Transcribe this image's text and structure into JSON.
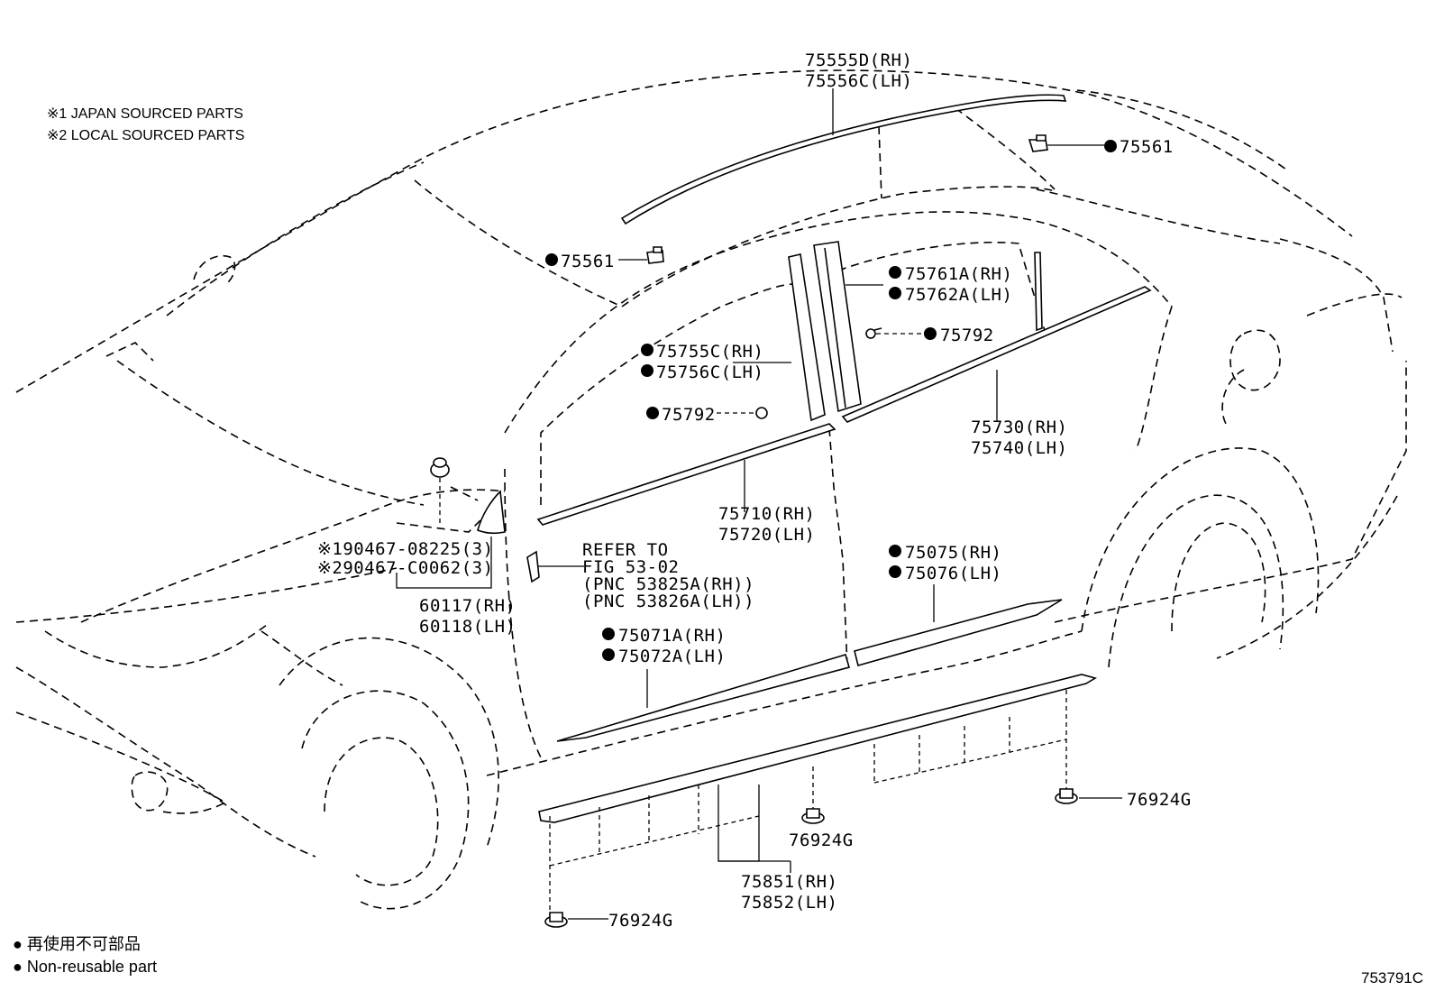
{
  "notes": {
    "note1": "※1 JAPAN SOURCED PARTS",
    "note2": "※2 LOCAL SOURCED PARTS"
  },
  "parts": {
    "roof_molding": {
      "rh": "75555D(RH)",
      "lh": "75556C(LH)"
    },
    "roof_clip_rear": "75561",
    "roof_clip_front": "75561",
    "rear_pillar_garnish": {
      "rh": "75761A(RH)",
      "lh": "75762A(LH)"
    },
    "clip_rear": "75792",
    "front_pillar_garnish": {
      "rh": "75755C(RH)",
      "lh": "75756C(LH)"
    },
    "clip_front": "75792",
    "rear_belt_molding": {
      "rh": "75730(RH)",
      "lh": "75740(LH)"
    },
    "front_belt_molding": {
      "rh": "75710(RH)",
      "lh": "75720(LH)"
    },
    "mirror_screw": {
      "line1": "※190467-08225(3)",
      "line2": "※290467-C0062(3)"
    },
    "mirror_cover": {
      "rh": "60117(RH)",
      "lh": "60118(LH)"
    },
    "refer": {
      "l1": "REFER TO",
      "l2": "FIG 53-02",
      "l3": "(PNC 53825A(RH))",
      "l4": "(PNC 53826A(LH))"
    },
    "rear_door_molding": {
      "rh": "75075(RH)",
      "lh": "75076(LH)"
    },
    "front_door_molding": {
      "rh": "75071A(RH)",
      "lh": "75072A(LH)"
    },
    "rocker_clip_right": "76924G",
    "rocker_clip_center": "76924G",
    "rocker_clip_left": "76924G",
    "rocker_molding": {
      "rh": "75851(RH)",
      "lh": "75852(LH)"
    }
  },
  "legend": {
    "line1": "● 再使用不可部品",
    "line2": "● Non-reusable part"
  },
  "figure_code": "753791C"
}
